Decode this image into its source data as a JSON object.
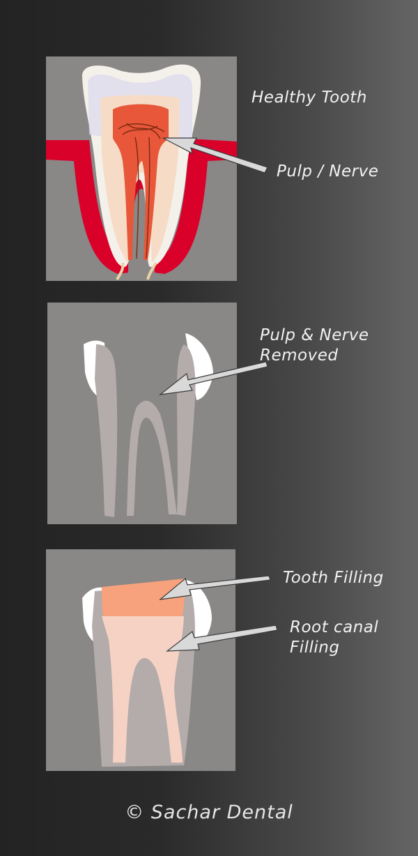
{
  "labels": {
    "healthy_tooth": "Healthy Tooth",
    "pulp_nerve": "Pulp / Nerve",
    "pulp_removed": "Pulp & Nerve\nRemoved",
    "tooth_filling": "Tooth Filling",
    "root_canal_filling": "Root canal\nFilling"
  },
  "copyright": "© Sachar Dental",
  "colors": {
    "background": "#2a2a2a",
    "panel": "#8a8787",
    "gum": "#d9002a",
    "pulp": "#e8573a",
    "crown_filling": "#f7a27c",
    "canal_filling": "#f6d2c4",
    "dentin_gray": "#b3acaa",
    "enamel": "#ffffff",
    "arrow": "#d9d9d9"
  },
  "icons": [
    "tooth-cross-section",
    "tooth-cleaned-canal",
    "tooth-filled-canal",
    "pointer-arrow"
  ]
}
